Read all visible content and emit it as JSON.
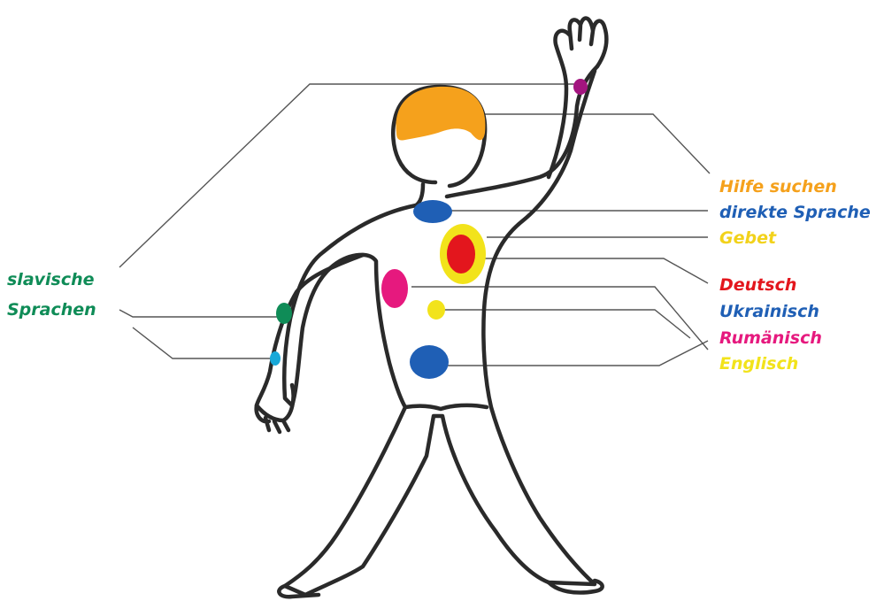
{
  "colors": {
    "outline": "#2a2a2a",
    "connector": "#555555",
    "orange": "#f5a11c",
    "blue": "#1f5fb5",
    "yellow": "#f2e31b",
    "red": "#e3161d",
    "magenta": "#e6197e",
    "purple": "#a3157f",
    "green": "#0f8c57",
    "cyan": "#18a8d8"
  },
  "labels": {
    "hilfe_suchen": {
      "text": "Hilfe suchen",
      "color": "#f5a11c"
    },
    "direkte_sprache": {
      "text": "direkte Sprache",
      "color": "#1f5fb5"
    },
    "gebet": {
      "text": "Gebet",
      "color": "#f2d21b"
    },
    "deutsch": {
      "text": "Deutsch",
      "color": "#e3161d"
    },
    "ukrainisch": {
      "text": "Ukrainisch",
      "color": "#1f5fb5"
    },
    "rumaenisch": {
      "text": "Rumänisch",
      "color": "#e6197e"
    },
    "englisch": {
      "text": "Englisch",
      "color": "#f2e31b"
    },
    "slavische_line1": {
      "text": "slavische",
      "color": "#0f8c57"
    },
    "slavische_line2": {
      "text": "Sprachen",
      "color": "#0f8c57"
    }
  }
}
